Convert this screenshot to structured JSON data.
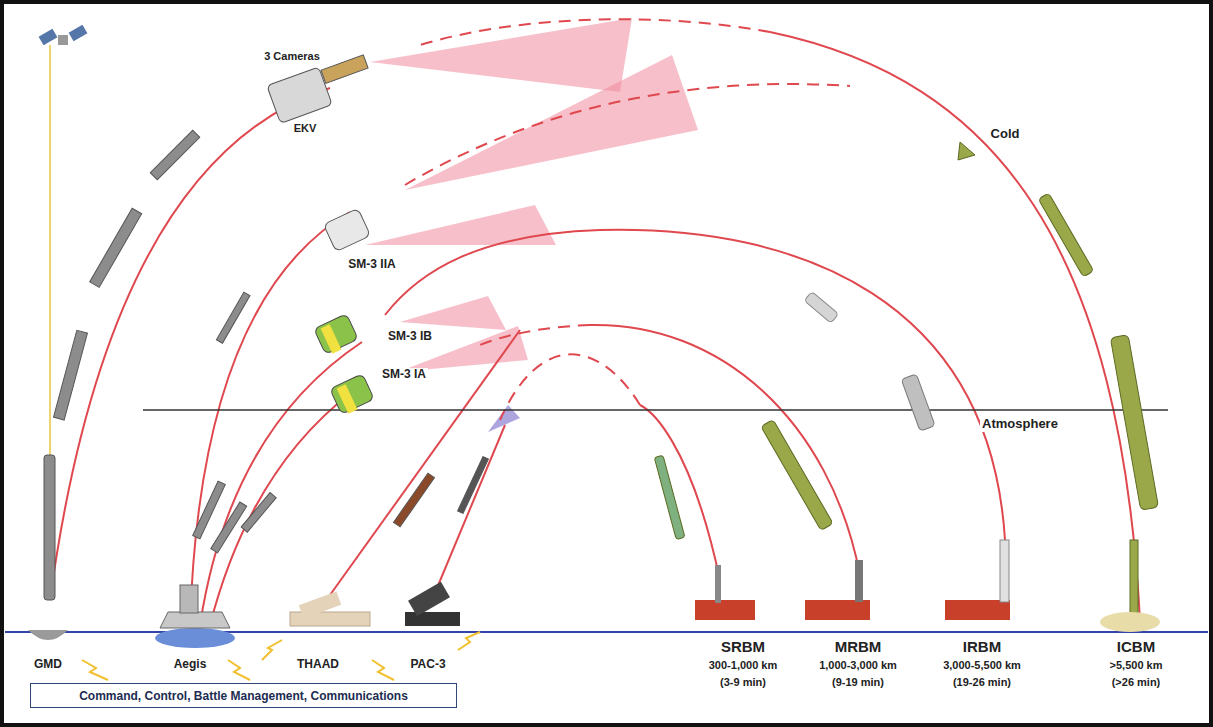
{
  "diagram": {
    "nodes": [
      {
        "text": [
          "Command, Control, Battle Management, Communications"
        ]
      }
    ],
    "labels": [
      "3 Cameras",
      "EKV",
      "SM-3 IIA",
      "SM-3 IB",
      "SM-3 IA",
      "Cold",
      "Atmosphere",
      "GMD",
      "Aegis",
      "THAAD",
      "PAC-3",
      "SRBM",
      "300-1,000 km",
      "(3-9 min)",
      "MRBM",
      "1,000-3,000 km",
      "(9-19 min)",
      "IRBM",
      "3,000-5,500 km",
      "(19-26 min)",
      "ICBM",
      ">5,500 km",
      "(>26 min)"
    ]
  }
}
